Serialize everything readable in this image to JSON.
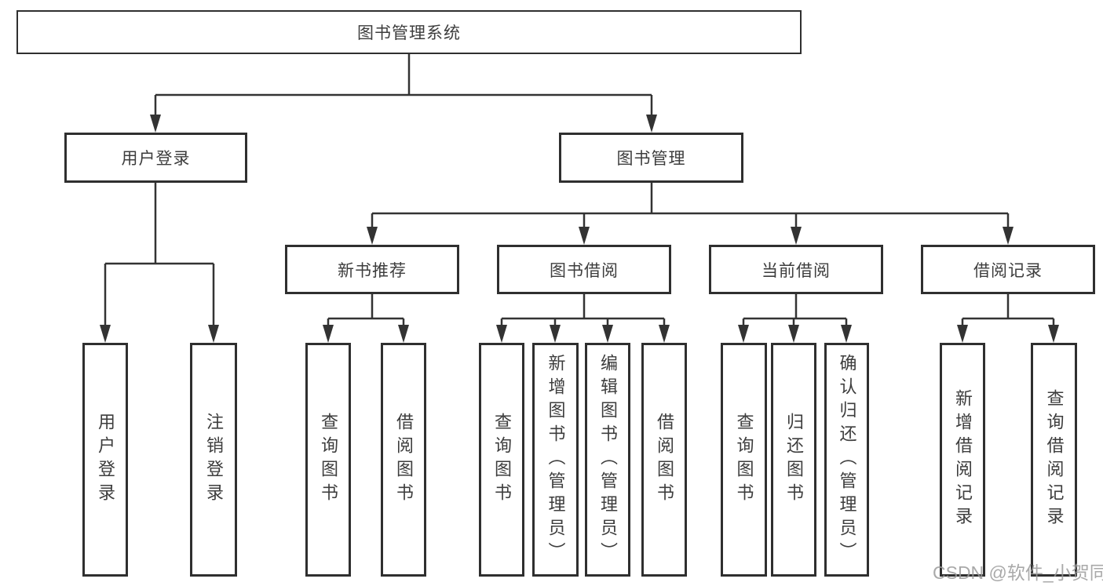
{
  "diagram": {
    "root": {
      "label": "图书管理系统"
    },
    "branches": [
      {
        "label": "用户登录",
        "children": [
          {
            "label": "用户登录"
          },
          {
            "label": "注销登录"
          }
        ]
      },
      {
        "label": "图书管理",
        "children": [
          {
            "label": "新书推荐",
            "children": [
              {
                "label": "查询图书"
              },
              {
                "label": "借阅图书"
              }
            ]
          },
          {
            "label": "图书借阅",
            "children": [
              {
                "label": "查询图书"
              },
              {
                "label": "新增图书（管理员）"
              },
              {
                "label": "编辑图书（管理员）"
              },
              {
                "label": "借阅图书"
              }
            ]
          },
          {
            "label": "当前借阅",
            "children": [
              {
                "label": "查询图书"
              },
              {
                "label": "归还图书"
              },
              {
                "label": "确认归还（管理员）"
              }
            ]
          },
          {
            "label": "借阅记录",
            "children": [
              {
                "label": "新增借阅记录"
              },
              {
                "label": "查询借阅记录"
              }
            ]
          }
        ]
      }
    ]
  },
  "watermark": {
    "text": "CSDN @软件_小贺同学"
  },
  "colors": {
    "box_border": "#2f2f2f",
    "connector": "#333333",
    "text": "#3d3d3d",
    "watermark": "#9b9b9b",
    "background": "#ffffff"
  }
}
